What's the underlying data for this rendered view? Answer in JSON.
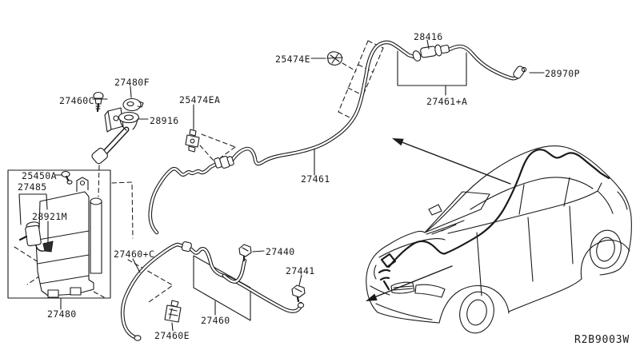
{
  "diagram_code": "R2B9003W",
  "colors": {
    "line": "#1a1a1a",
    "background": "#ffffff"
  },
  "parts": {
    "n28416": "28416",
    "n25474E": "25474E",
    "n27480F": "27480F",
    "n28970P": "28970P",
    "n27460C": "27460C",
    "n25474EA": "25474EA",
    "n28916": "28916",
    "n27461A": "27461+A",
    "n25450A": "25450A",
    "n27485": "27485",
    "n28921M": "28921M",
    "n27461": "27461",
    "n27460pC": "27460+C",
    "n27440": "27440",
    "n27441": "27441",
    "n27480": "27480",
    "n27460": "27460",
    "n27460E": "27460E"
  }
}
